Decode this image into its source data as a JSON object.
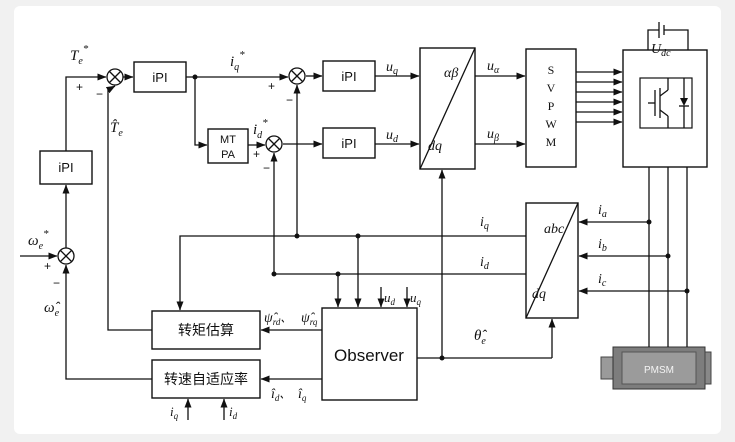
{
  "blocks": {
    "ipi": "iPI",
    "mtpa_top": "MT",
    "mtpa_bottom": "PA",
    "svpwm_letters": [
      "S",
      "V",
      "P",
      "W",
      "M"
    ],
    "torque_estimation": "转矩估算",
    "speed_adaptive_law": "转速自适应率",
    "observer": "Observer",
    "motor": "PMSM",
    "park_alpha_beta": "αβ",
    "park_dq": "dq",
    "clarke_abc": "abc",
    "clarke_dq": "dq"
  },
  "signals": {
    "Te_star": {
      "base": "T",
      "sub": "e",
      "sup": "*"
    },
    "Te_hat": {
      "base": "T̂",
      "sub": "e"
    },
    "iq_star": {
      "base": "i",
      "sub": "q",
      "sup": "*"
    },
    "id_star": {
      "base": "i",
      "sub": "d",
      "sup": "*"
    },
    "uq": {
      "base": "u",
      "sub": "q"
    },
    "ud": {
      "base": "u",
      "sub": "d"
    },
    "u_alpha": {
      "base": "u",
      "sub": "α"
    },
    "u_beta": {
      "base": "u",
      "sub": "β"
    },
    "Udc": {
      "base": "U",
      "sub": "dc"
    },
    "iq": {
      "base": "i",
      "sub": "q"
    },
    "id": {
      "base": "i",
      "sub": "d"
    },
    "ia": {
      "base": "i",
      "sub": "a"
    },
    "ib": {
      "base": "i",
      "sub": "b"
    },
    "ic": {
      "base": "i",
      "sub": "c"
    },
    "omega_star": {
      "base": "ω",
      "sub": "e",
      "sup": "*"
    },
    "omega_hat": {
      "base": "ω̂",
      "sub": "e"
    },
    "theta_hat": {
      "base": "θ̂",
      "sub": "e"
    },
    "psi_rd_hat": {
      "base": "ψ̂",
      "sub": "rd",
      "suffix": "、"
    },
    "psi_rq_hat": {
      "base": "ψ̂",
      "sub": "rq"
    },
    "id_hat": {
      "base": "î",
      "sub": "d",
      "suffix": "、"
    },
    "iq_hat": {
      "base": "î",
      "sub": "q"
    }
  },
  "signs": {
    "plus": "+",
    "minus": "−"
  }
}
